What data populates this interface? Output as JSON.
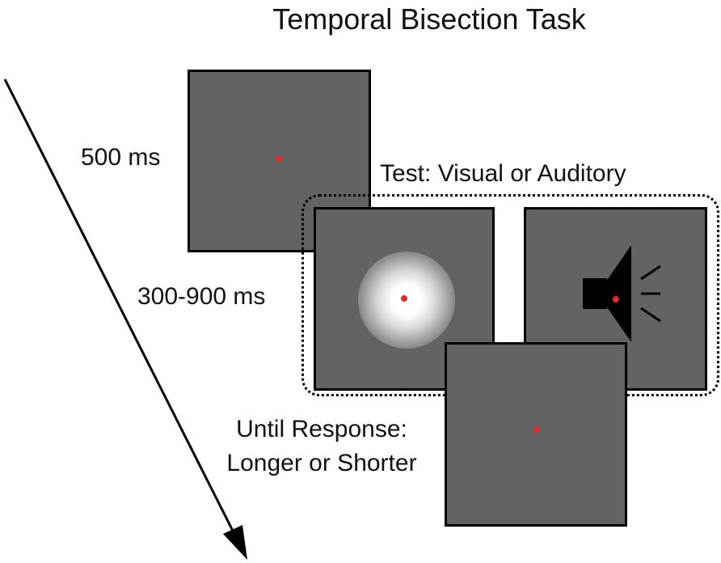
{
  "title": "Temporal Bisection Task",
  "labels": {
    "fixation_duration": "500 ms",
    "stimulus_duration": "300-900 ms",
    "test_caption": "Test: Visual or Auditory",
    "response_line1": "Until Response:",
    "response_line2": "Longer or Shorter"
  },
  "colors": {
    "screen_fill": "#636363",
    "screen_border": "#000000",
    "fixation_dot": "#e8262b",
    "flash": "#ffffff",
    "speaker": "#000000",
    "arrow": "#000000"
  },
  "icons": {
    "visual_stimulus": "flash-icon",
    "auditory_stimulus": "speaker-icon",
    "time_arrow": "arrow-icon"
  }
}
